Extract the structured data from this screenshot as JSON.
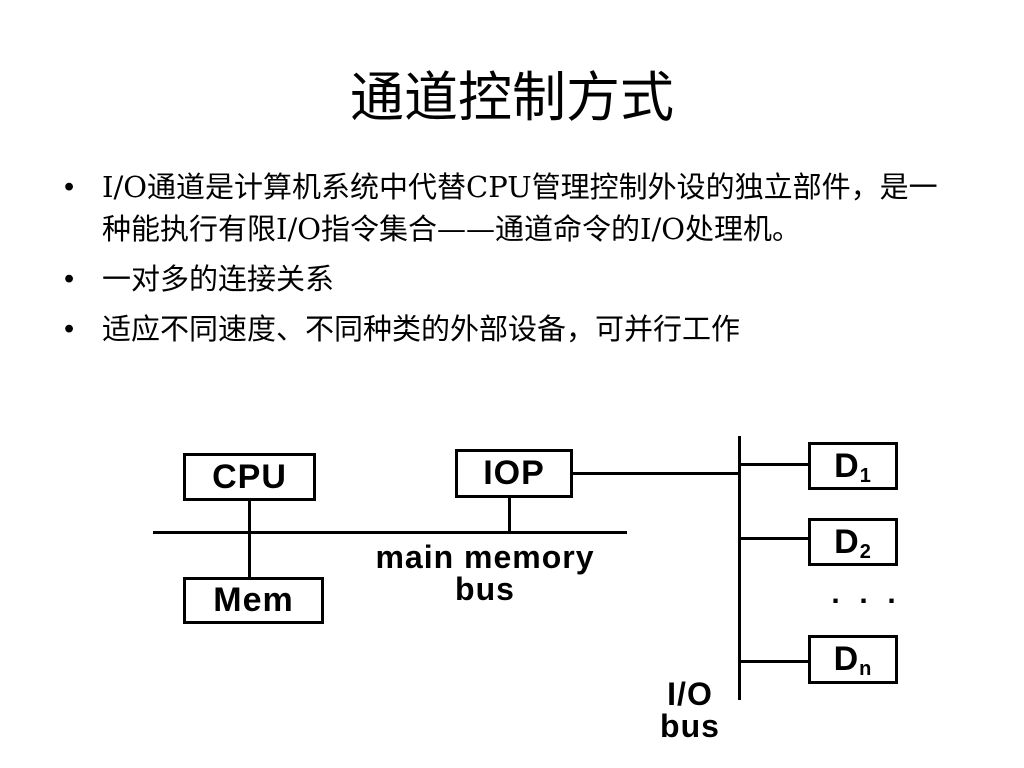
{
  "title": "通道控制方式",
  "bullets": [
    "I/O通道是计算机系统中代替CPU管理控制外设的独立部件，是一种能执行有限I/O指令集合——通道命令的I/O处理机。",
    "一对多的连接关系",
    "适应不同速度、不同种类的外部设备，可并行工作"
  ],
  "bullet_marker": "•",
  "diagram": {
    "cpu": "CPU",
    "iop": "IOP",
    "mem": "Mem",
    "main_bus_line1": "main memory",
    "main_bus_line2": "bus",
    "devices": [
      {
        "main": "D",
        "sub": "1"
      },
      {
        "main": "D",
        "sub": "2"
      },
      {
        "main": "D",
        "sub": "n"
      }
    ],
    "ellipsis": ".  .  .",
    "io_bus_line1": "I/O",
    "io_bus_line2": "bus"
  }
}
